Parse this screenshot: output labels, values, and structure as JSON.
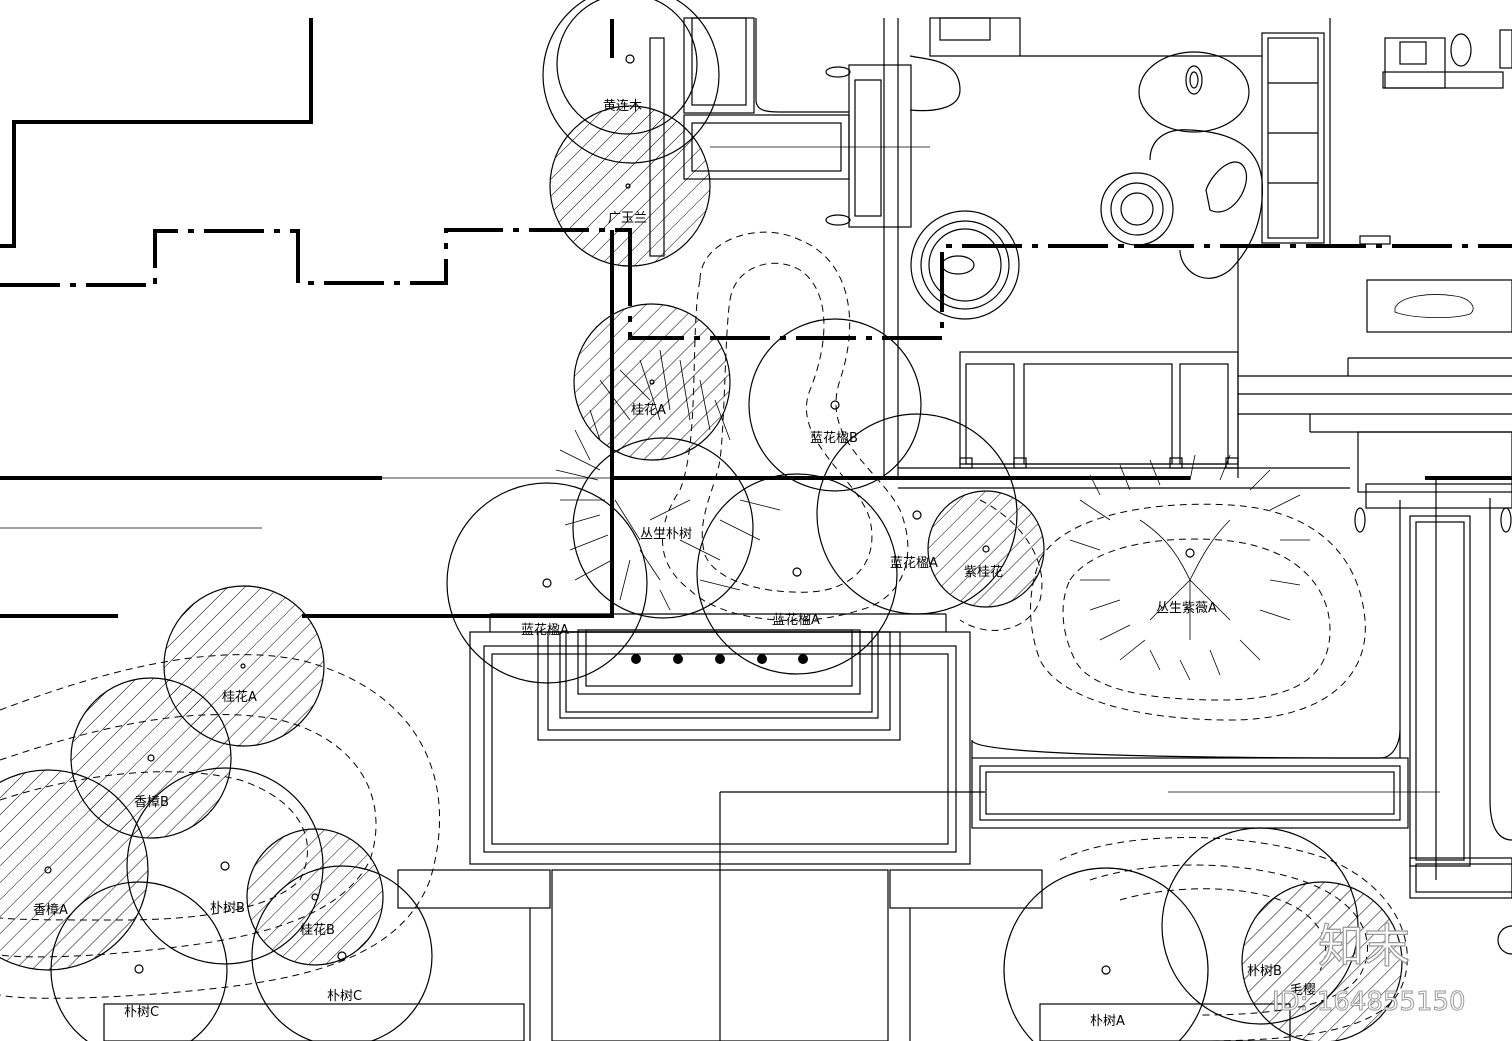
{
  "labels": {
    "tree_a": "黄连木",
    "tree_b": "广玉兰",
    "tree_c": "桂花A",
    "tree_d": "蓝花楹B",
    "tree_e": "丛生朴树",
    "tree_f": "蓝花楹A",
    "tree_g": "蓝花楹A",
    "tree_h": "蓝花楹A",
    "tree_i": "紫桂花",
    "tree_j": "丛生紫薇A",
    "tree_k": "桂花A",
    "tree_l": "香樟B",
    "tree_m": "香樟A",
    "tree_n": "朴树B",
    "tree_o": "桂花B",
    "tree_p": "朴树C",
    "tree_q": "朴树C",
    "tree_r": "朴树A",
    "tree_s": "朴树B",
    "tree_t": "毛樱"
  },
  "watermark": {
    "brand": "知末",
    "id": "ID: 164855150"
  },
  "colors": {
    "line": "#000000",
    "background": "#ffffff",
    "watermark_stroke": "#999999"
  }
}
